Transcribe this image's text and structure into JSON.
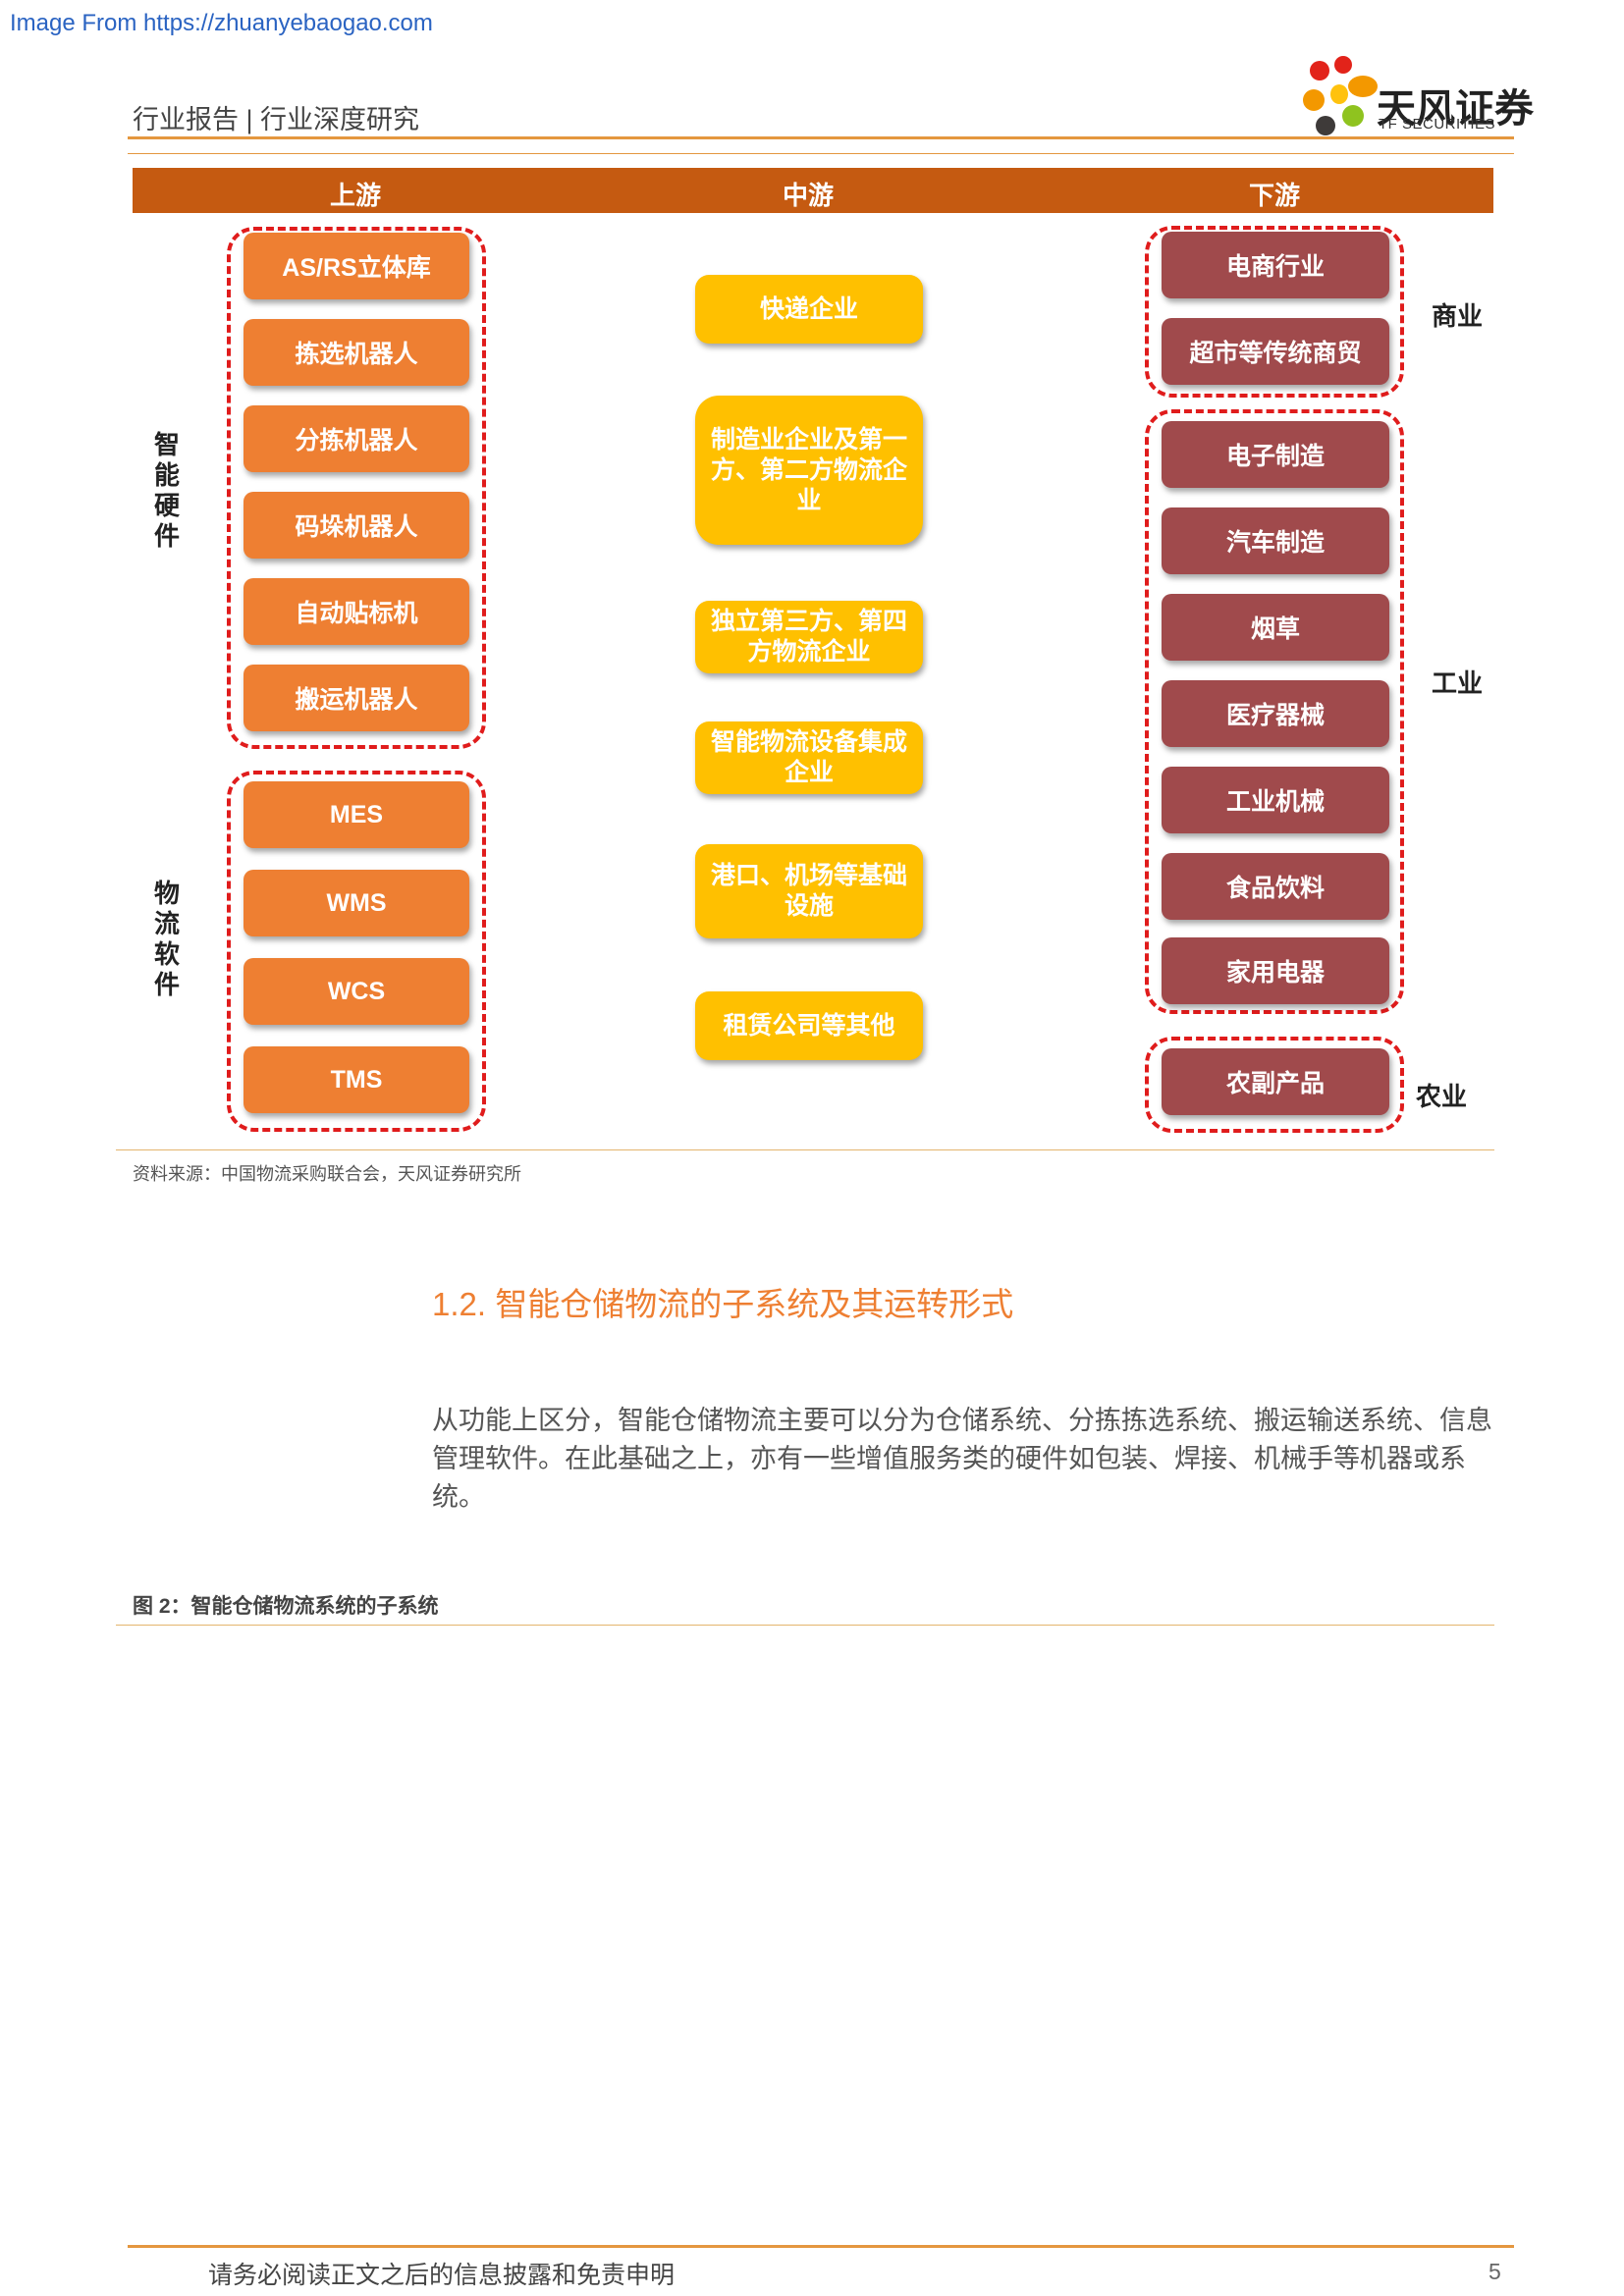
{
  "watermark": "Image From https://zhuanyebaogao.com",
  "header": {
    "title": "行业报告 | 行业深度研究",
    "logo_name": "天风证券",
    "logo_sub": "TF SECURITIES",
    "logo_colors": [
      "#e2231a",
      "#f39800",
      "#ffc20e",
      "#8fc31f",
      "#3e3a39"
    ]
  },
  "diagram": {
    "headers": {
      "upstream": "上游",
      "midstream": "中游",
      "downstream": "下游"
    },
    "upstream": {
      "hardware_label": "智能硬件",
      "hardware": [
        "AS/RS立体库",
        "拣选机器人",
        "分拣机器人",
        "码垛机器人",
        "自动贴标机",
        "搬运机器人"
      ],
      "software_label": "物流软件",
      "software": [
        "MES",
        "WMS",
        "WCS",
        "TMS"
      ]
    },
    "midstream": [
      "快递企业",
      "制造业企业及第一方、第二方物流企业",
      "独立第三方、第四方物流企业",
      "智能物流设备集成企业",
      "港口、机场等基础设施",
      "租赁公司等其他"
    ],
    "downstream": {
      "commerce_label": "商业",
      "commerce": [
        "电商行业",
        "超市等传统商贸"
      ],
      "industry_label": "工业",
      "industry": [
        "电子制造",
        "汽车制造",
        "烟草",
        "医疗器械",
        "工业机械",
        "食品饮料",
        "家用电器"
      ],
      "agriculture_label": "农业",
      "agriculture": [
        "农副产品"
      ]
    },
    "colors": {
      "upstream": "#ee7f32",
      "midstream": "#ffc000",
      "downstream": "#a04a4c",
      "band": "#c55a11",
      "dashed_border": "#e01c1c"
    }
  },
  "source": "资料来源：中国物流采购联合会，天风证券研究所",
  "section": {
    "number": "1.2.",
    "title": "智能仓储物流的子系统及其运转形式",
    "paragraph": "从功能上区分，智能仓储物流主要可以分为仓储系统、分拣拣选系统、搬运输送系统、信息管理软件。在此基础之上，亦有一些增值服务类的硬件如包装、焊接、机械手等机器或系统。"
  },
  "figure2_title": "图 2：智能仓储物流系统的子系统",
  "footer": {
    "disclaimer": "请务必阅读正文之后的信息披露和免责申明",
    "page": "5"
  }
}
